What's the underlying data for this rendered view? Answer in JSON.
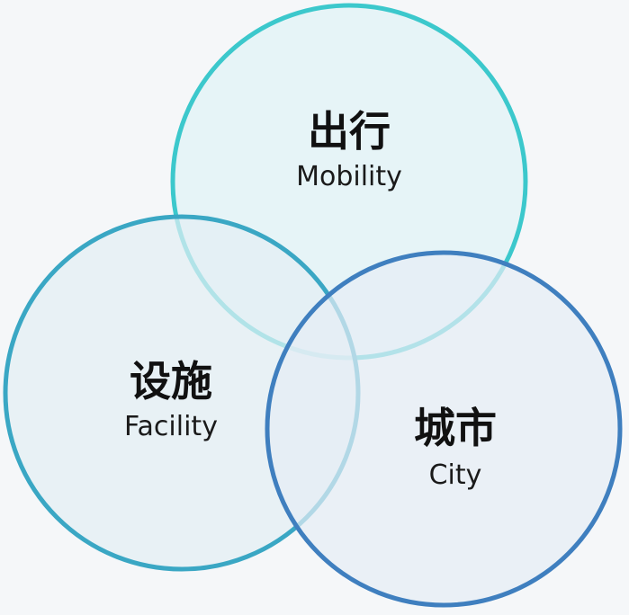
{
  "diagram": {
    "type": "venn",
    "circles": [
      {
        "id": "mobility",
        "label_zh": "出行",
        "label_en": "Mobility",
        "stroke": "#3cc8cc",
        "fill": "#e0f3f6"
      },
      {
        "id": "facility",
        "label_zh": "设施",
        "label_en": "Facility",
        "stroke": "#3aa7c4",
        "fill": "#e3eef3"
      },
      {
        "id": "city",
        "label_zh": "城市",
        "label_en": "City",
        "stroke": "#3f7fbf",
        "fill": "#e6edf5"
      }
    ],
    "background": "#f5f7f9"
  }
}
